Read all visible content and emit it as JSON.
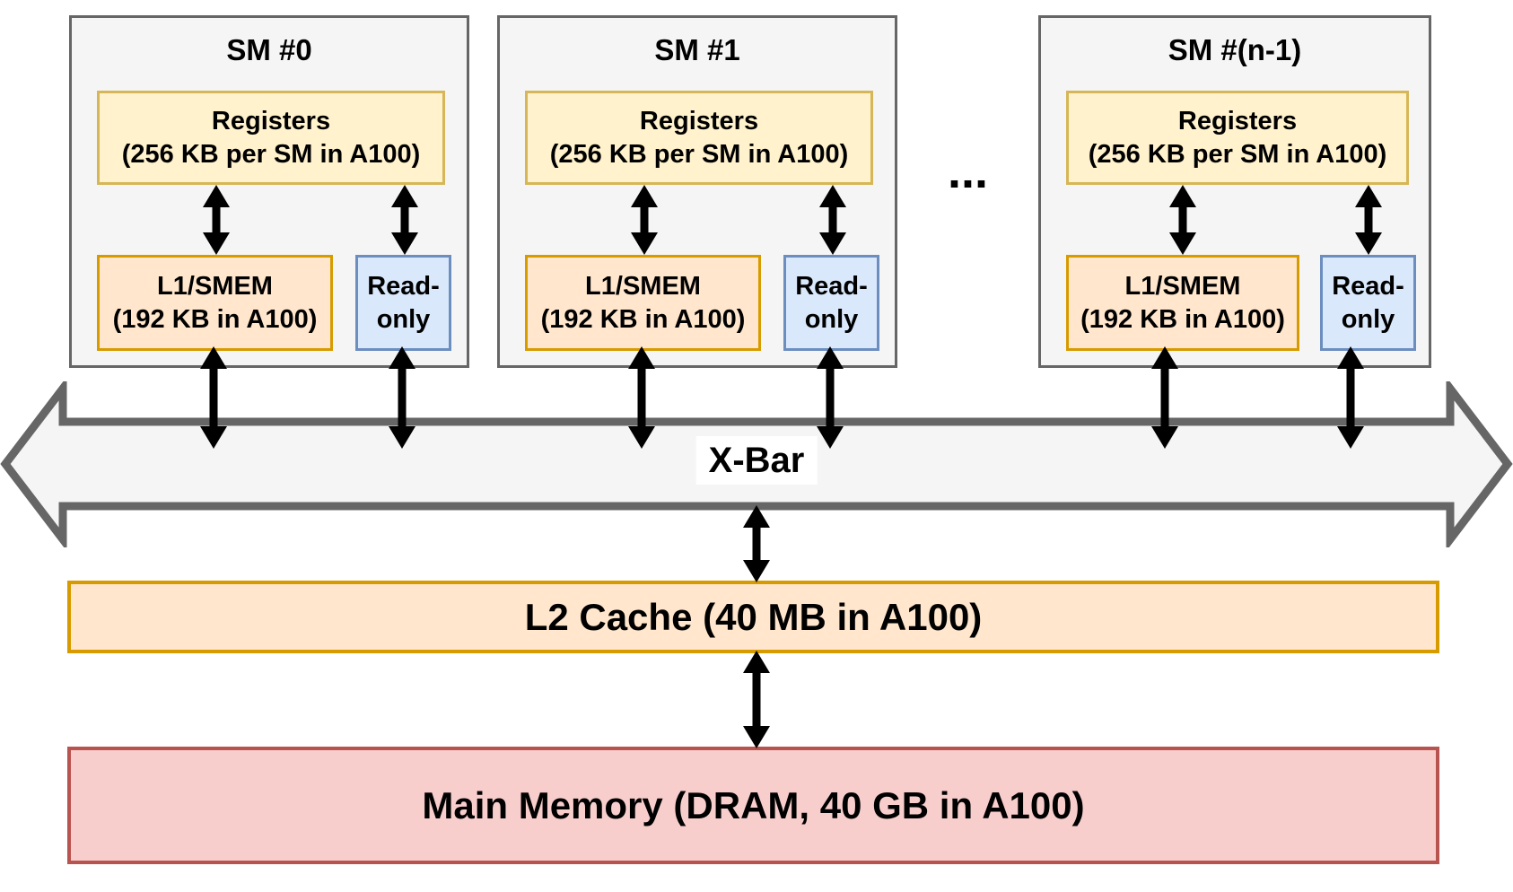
{
  "diagram": {
    "sms": [
      {
        "title": "SM #0",
        "registers": [
          "Registers",
          "(256 KB per SM in A100)"
        ],
        "l1": [
          "L1/SMEM",
          "(192 KB in A100)"
        ],
        "readonly": [
          "Read-",
          "only"
        ]
      },
      {
        "title": "SM #1",
        "registers": [
          "Registers",
          "(256 KB per SM in A100)"
        ],
        "l1": [
          "L1/SMEM",
          "(192 KB in A100)"
        ],
        "readonly": [
          "Read-",
          "only"
        ]
      },
      {
        "title": "SM #(n-1)",
        "registers": [
          "Registers",
          "(256 KB per SM in A100)"
        ],
        "l1": [
          "L1/SMEM",
          "(192 KB in A100)"
        ],
        "readonly": [
          "Read-",
          "only"
        ]
      }
    ],
    "ellipsis": "...",
    "xbar_label": "X-Bar",
    "l2_label": "L2 Cache (40 MB in A100)",
    "main_memory_label": "Main Memory (DRAM, 40 GB in A100)",
    "colors": {
      "sm_fill": "#f5f5f5",
      "sm_border": "#666666",
      "registers_fill": "#fff2cc",
      "registers_border": "#d6b656",
      "l1_fill": "#ffe6cc",
      "l1_border": "#d79b00",
      "readonly_fill": "#dae8fc",
      "readonly_border": "#6c8ebf",
      "xbar_fill": "#f5f5f5",
      "xbar_border": "#666666",
      "l2_fill": "#ffe6cc",
      "l2_border": "#d79b00",
      "main_memory_fill": "#f8cecc",
      "main_memory_border": "#b85450",
      "arrow": "#000000"
    }
  }
}
